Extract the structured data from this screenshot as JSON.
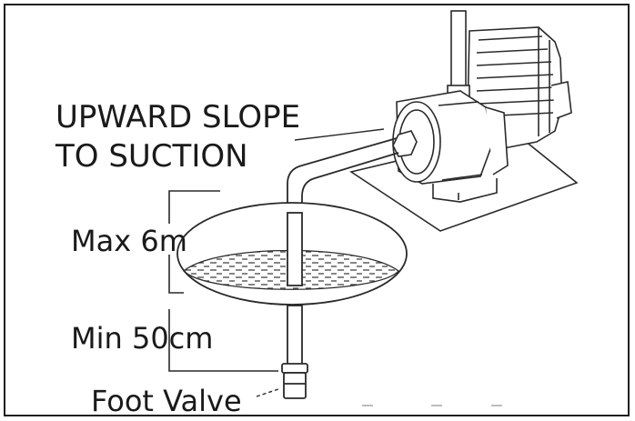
{
  "labels": {
    "upward_line1": "UPWARD SLOPE",
    "upward_line2": "TO SUCTION",
    "max_depth": "Max 6m",
    "min_depth": "Min 50cm",
    "foot_valve": "Foot Valve"
  },
  "colors": {
    "line": "#2a2a2a",
    "border": "#1f1f1f",
    "background": "#ffffff"
  }
}
